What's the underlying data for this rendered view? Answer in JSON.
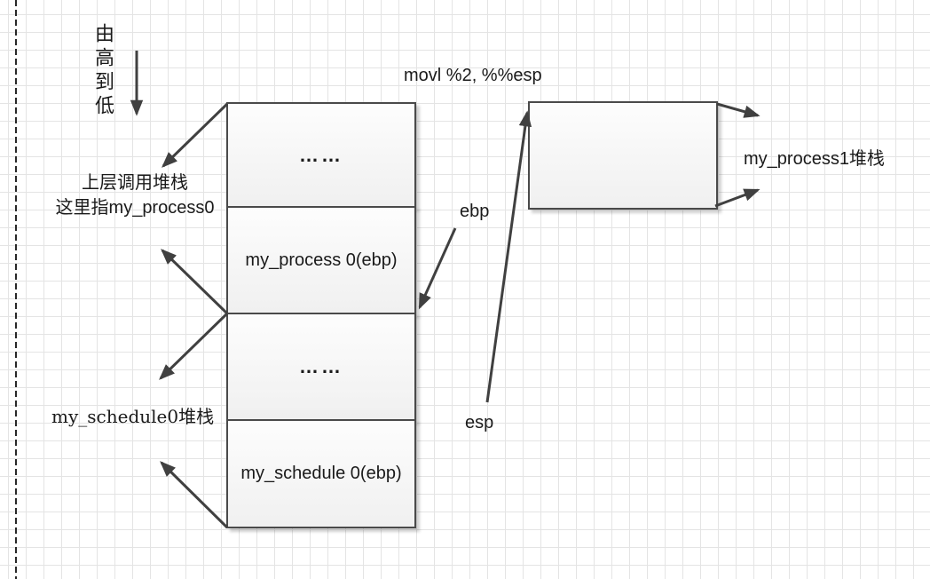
{
  "notes": {
    "direction": "由高到低",
    "instruction": "movl %2, %%esp",
    "upper_stack_line1": "上层调用堆栈",
    "upper_stack_line2": "这里指my_process0"
  },
  "stack": {
    "cells": [
      {
        "label": "……"
      },
      {
        "label": "my_process 0(ebp)"
      },
      {
        "label": "……"
      },
      {
        "label": "my_schedule 0(ebp)"
      }
    ],
    "caption": "my_schedule0堆栈"
  },
  "right_stack": {
    "caption": "my_process1堆栈",
    "label": ""
  },
  "registers": {
    "ebp": "ebp",
    "esp": "esp"
  },
  "arrows": [
    {
      "name": "address-direction-arrow",
      "meaning": "由高到低 (stack grows downward)"
    },
    {
      "name": "upper-stack-pointer-arrow",
      "meaning": "top cell → 上层调用堆栈 note"
    },
    {
      "name": "schedule-stack-upper-arrow",
      "meaning": "my_process0/…… boundary → my_schedule0堆栈"
    },
    {
      "name": "schedule-stack-lower-arrow",
      "meaning": "my_process0/…… boundary → my_schedule0堆栈"
    },
    {
      "name": "schedule-bottom-arrow",
      "meaning": "my_schedule 0(ebp) bottom → my_schedule0堆栈"
    },
    {
      "name": "ebp-arrow",
      "meaning": "ebp → boundary below my_process 0(ebp)"
    },
    {
      "name": "esp-arrow",
      "meaning": "esp → top-left of my_process1 stack box"
    },
    {
      "name": "process1-top-arrow",
      "meaning": "my_process1 box top-right → my_process1堆栈"
    },
    {
      "name": "process1-bottom-arrow",
      "meaning": "my_process1 box bottom-right → my_process1堆栈"
    }
  ],
  "colors": {
    "arrow": "#404040",
    "box_border": "#4a4a4a",
    "box_fill_top": "#fdfdfd",
    "box_fill_bottom": "#f0f0f0",
    "grid": "#e4e4e4",
    "dashed_margin_line": "#111111"
  }
}
